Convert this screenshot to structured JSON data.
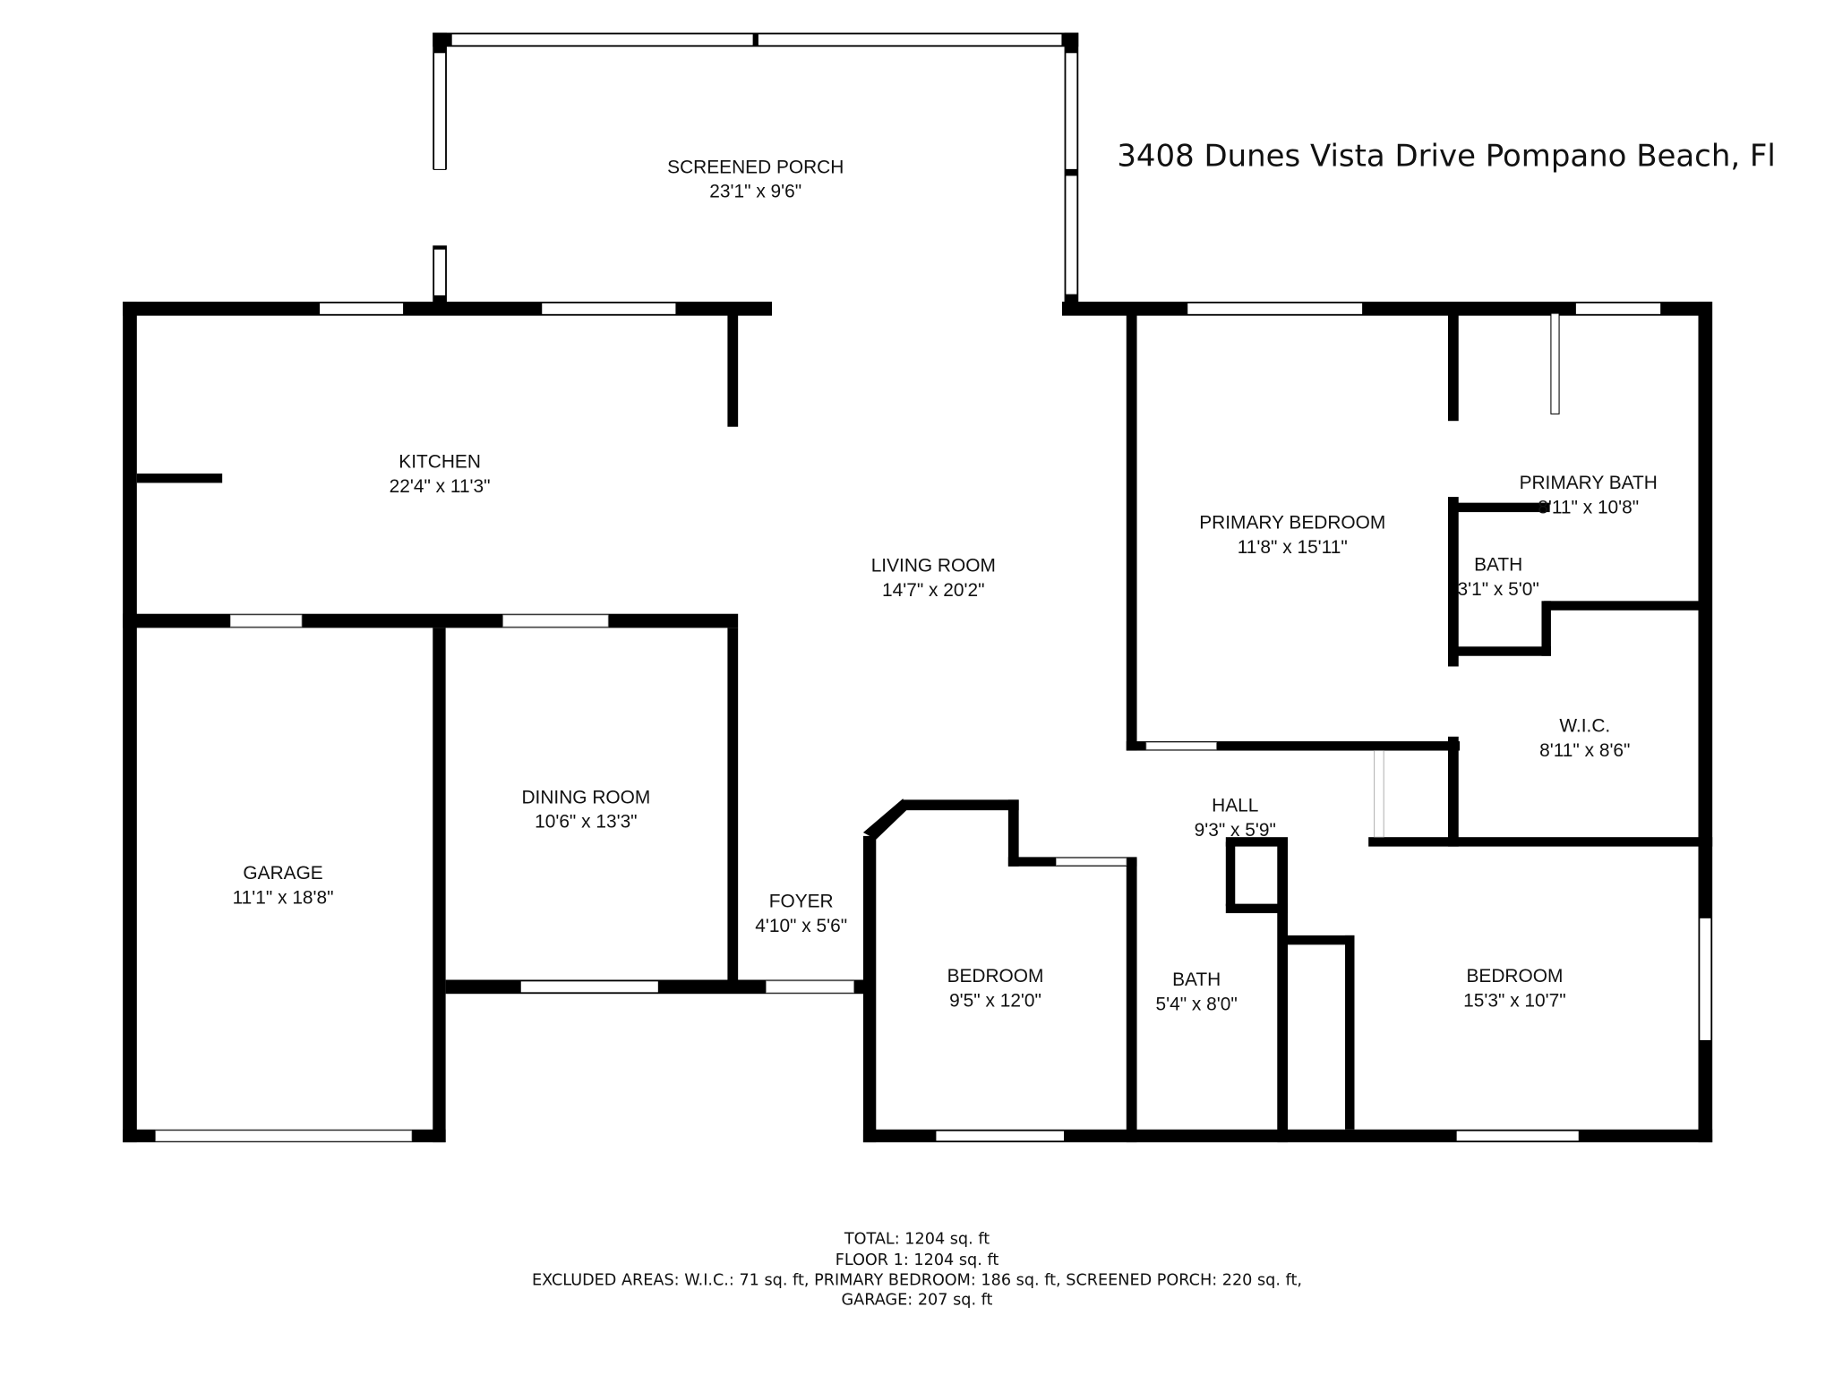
{
  "address": "3408 Dunes Vista Drive Pompano Beach, Fl",
  "rooms": [
    {
      "name": "SCREENED PORCH",
      "size": "23'1\" x 9'6\""
    },
    {
      "name": "KITCHEN",
      "size": "22'4\" x 11'3\""
    },
    {
      "name": "LIVING ROOM",
      "size": "14'7\" x 20'2\""
    },
    {
      "name": "PRIMARY BEDROOM",
      "size": "11'8\" x 15'11\""
    },
    {
      "name": "PRIMARY BATH",
      "size": "8'11\" x 10'8\""
    },
    {
      "name": "BATH",
      "size": "3'1\" x 5'0\""
    },
    {
      "name": "W.I.C.",
      "size": "8'11\" x 8'6\""
    },
    {
      "name": "HALL",
      "size": "9'3\" x 5'9\""
    },
    {
      "name": "GARAGE",
      "size": "11'1\" x 18'8\""
    },
    {
      "name": "DINING ROOM",
      "size": "10'6\" x 13'3\""
    },
    {
      "name": "FOYER",
      "size": "4'10\" x 5'6\""
    },
    {
      "name": "BEDROOM",
      "size": "9'5\" x 12'0\""
    },
    {
      "name": "BATH",
      "size": "5'4\" x 8'0\""
    },
    {
      "name": "BEDROOM",
      "size": "15'3\" x 10'7\""
    }
  ],
  "summary": {
    "total": "TOTAL: 1204 sq. ft",
    "floor1": "FLOOR 1: 1204 sq. ft",
    "excluded": "EXCLUDED AREAS: W.I.C.: 71 sq. ft, PRIMARY BEDROOM: 186 sq. ft, SCREENED PORCH: 220 sq. ft,",
    "excluded2": "GARAGE: 207 sq. ft"
  }
}
